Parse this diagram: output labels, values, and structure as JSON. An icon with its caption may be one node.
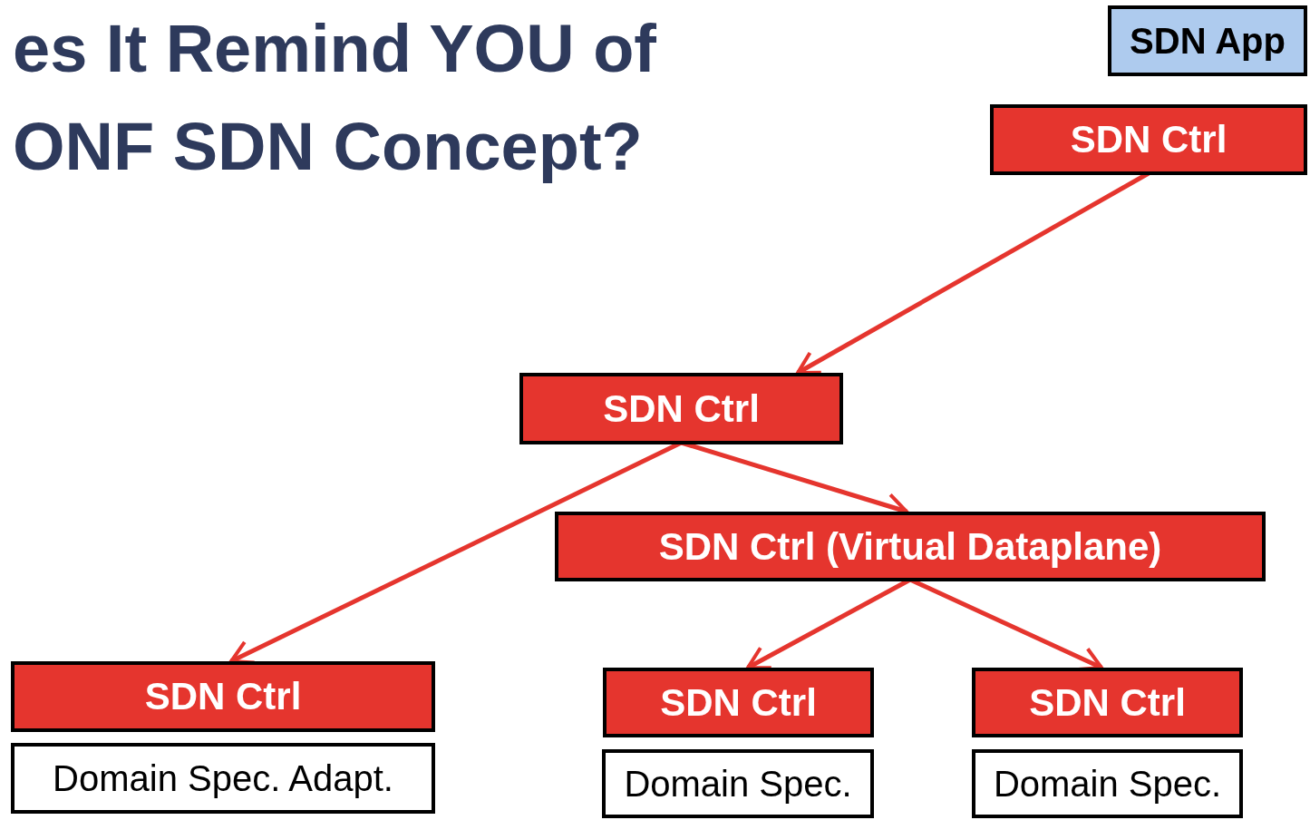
{
  "diagram": {
    "title": "es It Remind YOU of ONF SDN Concept?",
    "nodes": [
      {
        "text": [
          "SDN App"
        ]
      },
      {
        "text": [
          "SDN Ctrl"
        ]
      },
      {
        "text": [
          "SDN Ctrl"
        ]
      },
      {
        "text": [
          "SDN Ctrl (Virtual Dataplane)"
        ]
      },
      {
        "text": [
          "SDN Ctrl"
        ]
      },
      {
        "text": [
          "Domain Spec. Adapt."
        ]
      },
      {
        "text": [
          "SDN Ctrl"
        ]
      },
      {
        "text": [
          "Domain Spec."
        ]
      },
      {
        "text": [
          "SDN Ctrl"
        ]
      },
      {
        "text": [
          "Domain Spec."
        ]
      }
    ],
    "edges": [
      {
        "from": 1,
        "to": 2,
        "arrow": "to"
      },
      {
        "from": 2,
        "to": 4,
        "arrow": "to"
      },
      {
        "from": 2,
        "to": 3,
        "arrow": "to"
      },
      {
        "from": 3,
        "to": 6,
        "arrow": "to"
      },
      {
        "from": 3,
        "to": 8,
        "arrow": "to"
      }
    ]
  }
}
